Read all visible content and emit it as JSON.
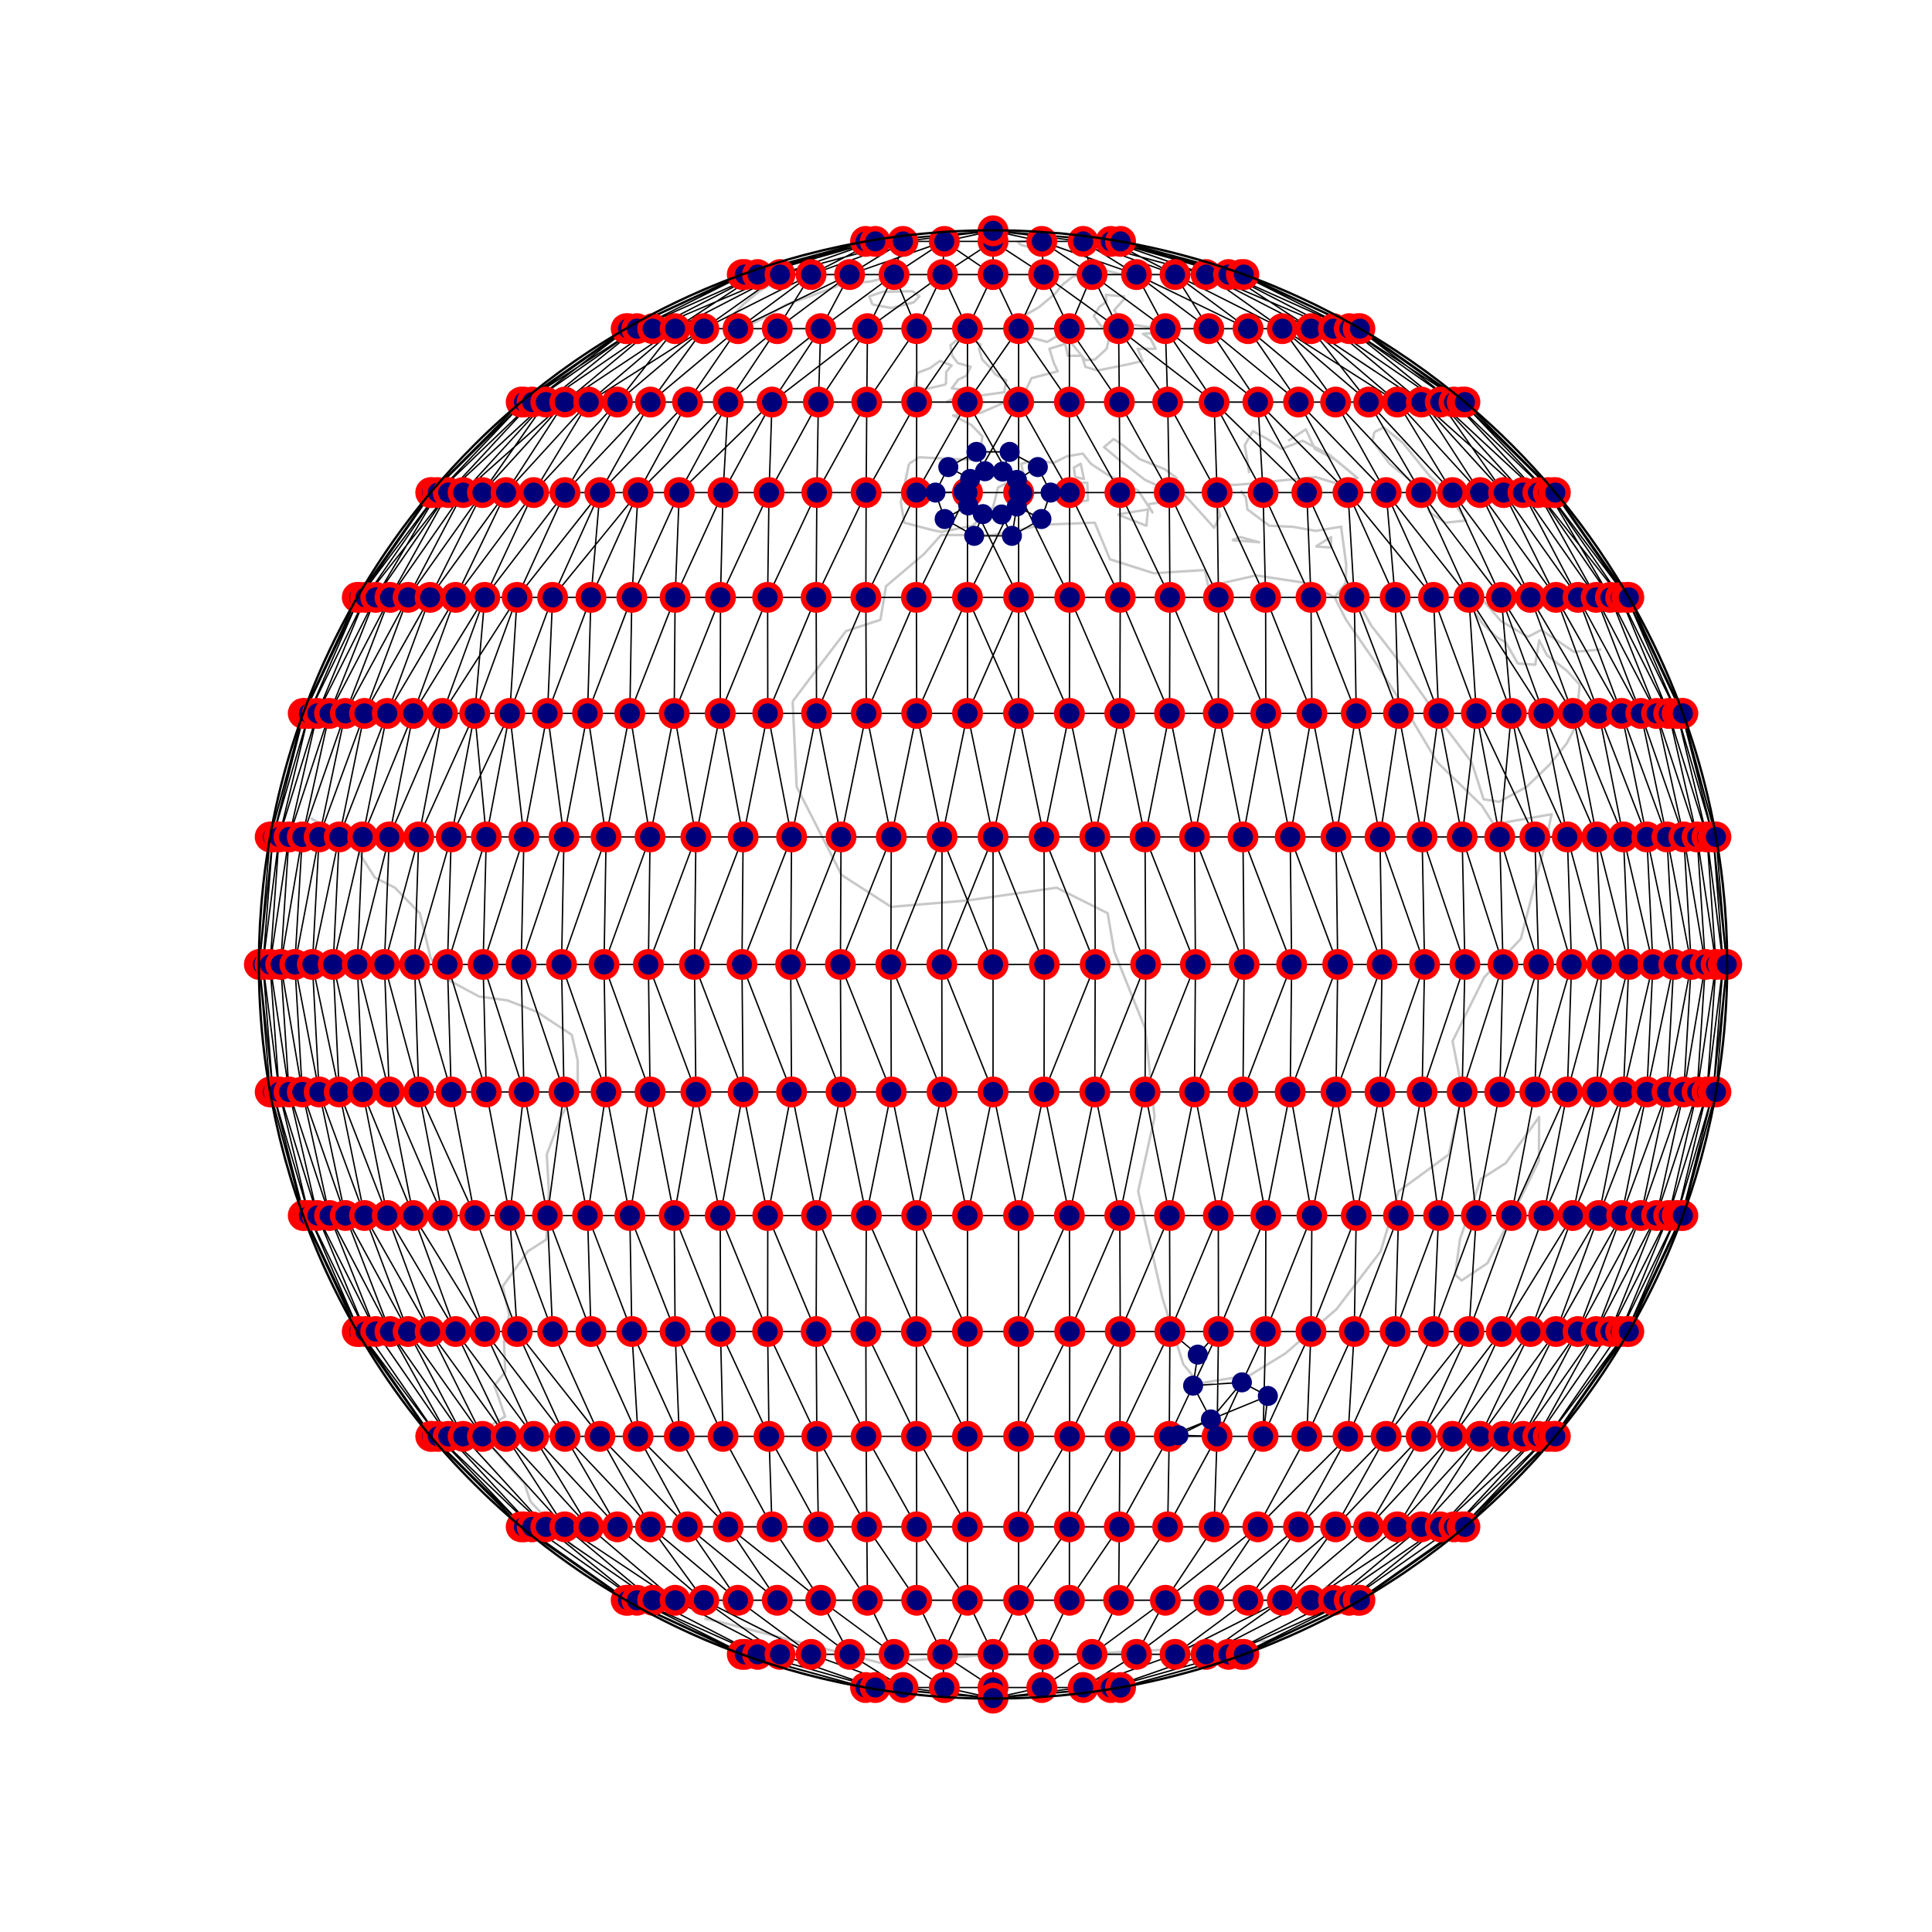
{
  "map": {
    "projection": "orthographic",
    "grid": "icosahedral-geodesic",
    "center": {
      "lon": 0,
      "lat": 0
    },
    "lat_bands": [
      -80,
      -70,
      -60,
      -50,
      -40,
      -30,
      -20,
      -10,
      0,
      10,
      20,
      30,
      40,
      50,
      60,
      70,
      80
    ],
    "pole_rings": [
      {
        "lon": 0,
        "lat": 40,
        "points": 10
      },
      {
        "lon": 22,
        "lat": -36,
        "points": 3
      }
    ],
    "show_coastlines": true
  },
  "style": {
    "background": "#ffffff",
    "coastline_color": "#c8c8c8",
    "edge_color": "#000000",
    "outer_marker_color": "#ff0000",
    "inner_marker_color": "#00007a",
    "limb_color": "#000000"
  }
}
